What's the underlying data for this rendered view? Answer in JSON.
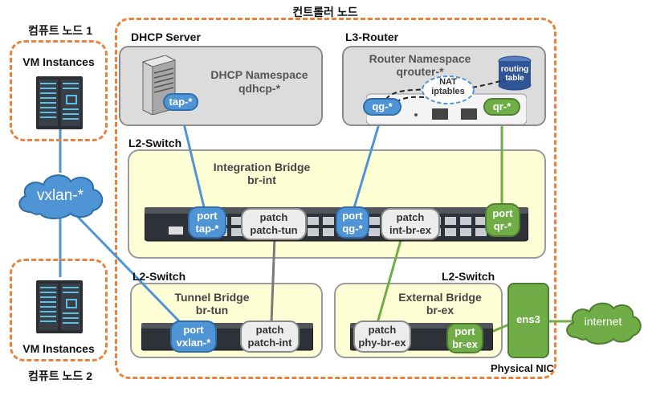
{
  "controller": {
    "title": "컨트롤러 노드"
  },
  "compute1": {
    "title": "컴퓨트 노드 1",
    "vm_label": "VM Instances"
  },
  "compute2": {
    "title": "컴퓨트 노드 2",
    "vm_label": "VM Instances"
  },
  "vxlan_cloud": {
    "label": "vxlan-*"
  },
  "internet_cloud": {
    "label": "internet"
  },
  "dhcp": {
    "title": "DHCP Server",
    "namespace_line1": "DHCP Namespace",
    "namespace_line2": "qdhcp-*",
    "port": "tap-*"
  },
  "router": {
    "title": "L3-Router",
    "namespace_line1": "Router Namespace",
    "namespace_line2": "qrouter-*",
    "nat_line1": "NAT",
    "nat_line2": "iptables",
    "routing_line1": "routing",
    "routing_line2": "table",
    "port_qg": "qg-*",
    "port_qr": "qr-*"
  },
  "integration": {
    "switch_label": "L2-Switch",
    "title_line1": "Integration Bridge",
    "title_line2": "br-int",
    "ports": [
      {
        "line1": "port",
        "line2": "tap-*"
      },
      {
        "line1": "patch",
        "line2": "patch-tun"
      },
      {
        "line1": "port",
        "line2": "qg-*"
      },
      {
        "line1": "patch",
        "line2": "int-br-ex"
      },
      {
        "line1": "port",
        "line2": "qr-*"
      }
    ]
  },
  "tunnel": {
    "switch_label": "L2-Switch",
    "title_line1": "Tunnel Bridge",
    "title_line2": "br-tun",
    "ports": [
      {
        "line1": "port",
        "line2": "vxlan-*"
      },
      {
        "line1": "patch",
        "line2": "patch-int"
      }
    ]
  },
  "external": {
    "switch_label": "L2-Switch",
    "title_line1": "External Bridge",
    "title_line2": "br-ex",
    "ports": [
      {
        "line1": "patch",
        "line2": "phy-br-ex"
      },
      {
        "line1": "port",
        "line2": "br-ex"
      }
    ]
  },
  "nic": {
    "label": "ens3",
    "caption": "Physical NIC"
  },
  "colors": {
    "orange": "#e9823c",
    "blue": "#4f95d6",
    "green": "#70ad47",
    "yellow_fill": "#ffffd6"
  }
}
